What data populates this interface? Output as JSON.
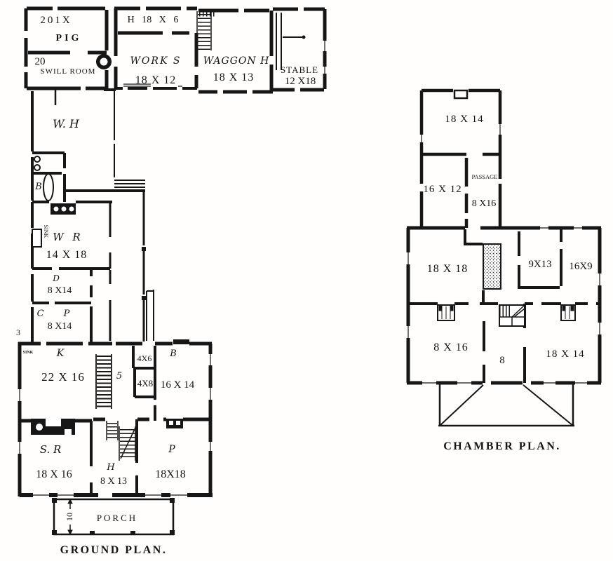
{
  "ground_plan": {
    "title": "GROUND PLAN.",
    "outbuildings": {
      "pig_dim": "201X",
      "pig": "PIG",
      "swill_dim": "20",
      "swill": "SWILL ROOM",
      "h_loft": "H 18 X 6",
      "work_name": "WORK S",
      "work_dim": "18 X 12",
      "waggon_name": "WAGGON H",
      "waggon_dim": "18 X 13",
      "stable_name": "STABLE",
      "stable_dim": "12 X18"
    },
    "wing": {
      "wh": "W. H",
      "bath": "B",
      "sink": "SINK",
      "wr_name": "W R",
      "wr_dim": "14 X 18",
      "d_name": "D",
      "d_dim": "8 X14",
      "cp_name": "C P",
      "cp_dim": "8 X14",
      "three": "3"
    },
    "house": {
      "k_name": "K",
      "k_dim": "22 X 16",
      "k_sink": "SINK",
      "stair_label": "5",
      "closet1": "4X6",
      "closet2": "4X8",
      "b_name": "B",
      "b_dim": "16 X 14",
      "sr_name": "S. R",
      "sr_dim": "18 X 16",
      "h_name": "H",
      "h_dim": "8 X 13",
      "p_name": "P",
      "p_dim": "18X18"
    },
    "porch": {
      "label": "PORCH",
      "dim": "10"
    }
  },
  "chamber_plan": {
    "title": "CHAMBER PLAN.",
    "rooms": {
      "top": "18 X 14",
      "left": "16 X 12",
      "passage": "PASSAGE",
      "passage_dim": "8 X16",
      "r18x18": "18 X 18",
      "r9x13": "9X13",
      "r16x9": "16X9",
      "r8x16": "8 X 16",
      "hall": "8",
      "r18x14": "18 X 14"
    }
  }
}
